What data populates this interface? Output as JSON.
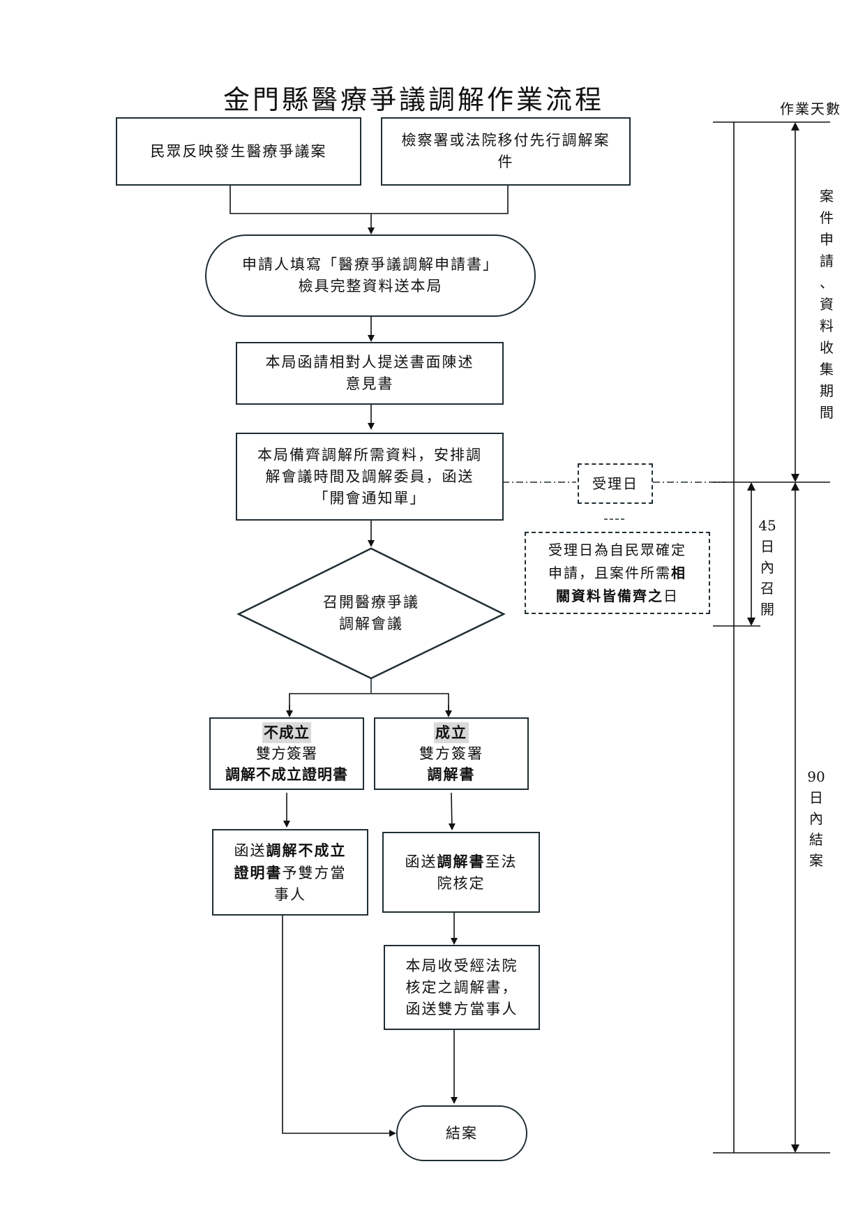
{
  "title": "金門縣醫療爭議調解作業流程",
  "days_header": "作業天數",
  "nodes": {
    "citizen_report": "民眾反映發生醫療爭議案",
    "court_referral": "檢察署或法院移付先行調解案件",
    "apply_line1": "申請人填寫「醫療爭議調解申請書」",
    "apply_line2": "檢具完整資料送本局",
    "statement_line1": "本局函請相對人提送書面陳述",
    "statement_line2": "意見書",
    "prepare_line1": "本局備齊調解所需資料，安排調",
    "prepare_line2": "解會議時間及調解委員，函送",
    "prepare_line3": "「開會通知單」",
    "meeting_line1": "召開醫療爭議",
    "meeting_line2": "調解會議",
    "fail_head": "不成立",
    "fail_sign": "雙方簽署",
    "fail_doc": "調解不成立證明書",
    "success_head": "成立",
    "success_sign": "雙方簽署",
    "success_doc": "調解書",
    "fail_send_pre": "函送",
    "fail_send_b1": "調解不成立",
    "fail_send_b2": "證明書",
    "fail_send_post": "予雙方當事人",
    "court_send_pre": "函送",
    "court_send_b": "調解書",
    "court_send_post": "至法院核定",
    "receive_line1": "本局收受經法院",
    "receive_line2": "核定之調解書，",
    "receive_line3": "函送雙方當事人",
    "end": "結案",
    "acceptance_day": "受理日",
    "note_line1": "受理日為自民眾確定",
    "note_line2_pre": "申請，且案件所需",
    "note_line2_b": "相",
    "note_line3_b": "關資料皆備齊之",
    "note_line3_post": "日"
  },
  "periods": {
    "collection": "案件申請、資料收集期間",
    "meeting_days": "45",
    "meeting_label": "日內召開",
    "close_days": "90",
    "close_label": "日內結案"
  }
}
